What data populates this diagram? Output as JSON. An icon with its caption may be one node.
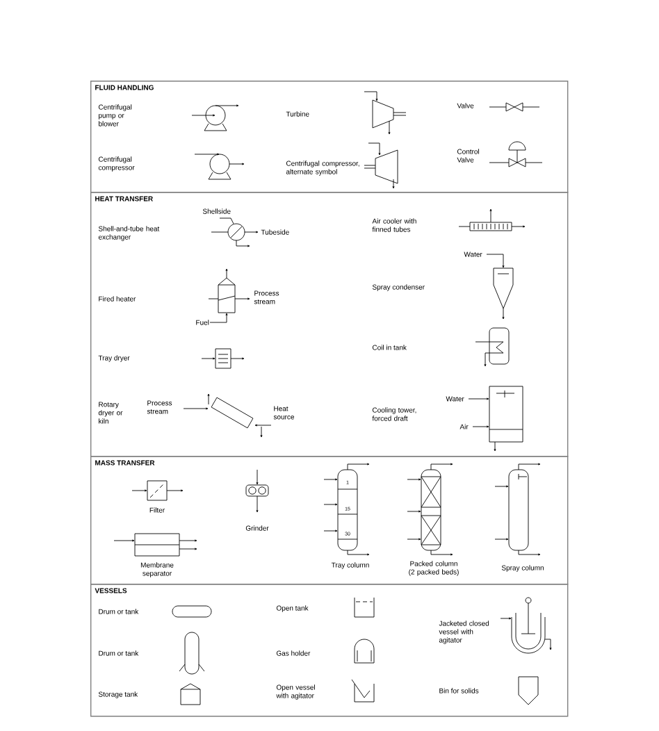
{
  "diagram": {
    "nodes": [
      {
        "text": [
          "FLUID HANDLING"
        ]
      },
      {
        "text": [
          "HEAT TRANSFER"
        ]
      },
      {
        "text": [
          "MASS TRANSFER"
        ]
      },
      {
        "text": [
          "VESSELS"
        ]
      }
    ],
    "labels": [
      "Centrifugal pump or blower",
      "Turbine",
      "Valve",
      "Centrifugal compressor",
      "Centrifugal compressor, alternate symbol",
      "Control Valve",
      "Shellside",
      "Shell-and-tube heat exchanger",
      "Tubeside",
      "Air cooler with finned tubes",
      "Water",
      "Process stream",
      "Fired heater",
      "Spray condenser",
      "Fuel",
      "Coil in tank",
      "Tray dryer",
      "Rotary dryer or kiln",
      "Process stream",
      "Heat source",
      "Cooling tower, forced draft",
      "Water",
      "Air",
      "1",
      "15",
      "30",
      "Filter",
      "Grinder",
      "Tray column",
      "Packed column (2 packed beds)",
      "Spray column",
      "Membrane separator",
      "Drum or tank",
      "Open tank",
      "Jacketed closed vessel with agitator",
      "Drum or tank",
      "Gas holder",
      "Storage tank",
      "Open vessel with agitator",
      "Bin for solids"
    ]
  }
}
